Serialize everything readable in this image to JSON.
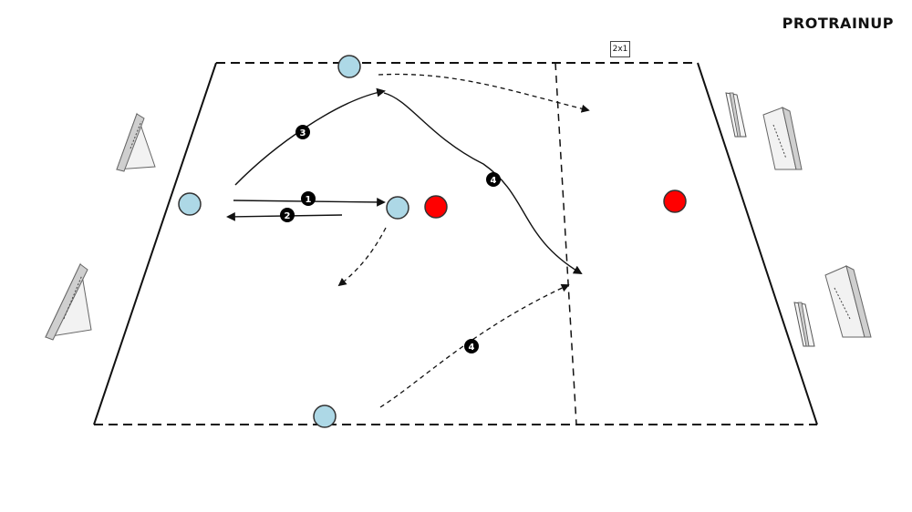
{
  "brand": {
    "name": "PROTRAINUP"
  },
  "zone": {
    "label": "2x1"
  },
  "colors": {
    "blue_player": "#add8e6",
    "red_player": "#ff0000",
    "field_line": "#111111",
    "badge": "#000000"
  },
  "steps": [
    "1",
    "2",
    "3",
    "4",
    "4"
  ]
}
